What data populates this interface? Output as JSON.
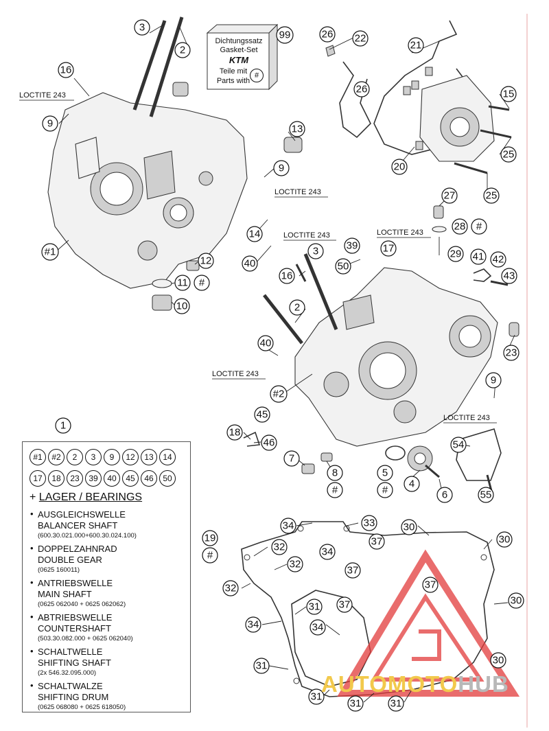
{
  "callouts": {
    "c3a": "3",
    "c2a": "2",
    "c99": "99",
    "c26a": "26",
    "c22": "22",
    "c21": "21",
    "c16a": "16",
    "c9a": "9",
    "c26b": "26",
    "c15": "15",
    "c13": "13",
    "c20": "20",
    "c25a": "25",
    "c9b": "9",
    "c27": "27",
    "c25b": "25",
    "c14": "14",
    "c28": "28",
    "c1h": "#1",
    "c12": "12",
    "c40a": "40",
    "c3b": "3",
    "c39": "39",
    "c17": "17",
    "c29": "29",
    "c41": "41",
    "c42": "42",
    "c43": "43",
    "c11": "11",
    "c11h": "#",
    "c50": "50",
    "c16b": "16",
    "c10": "10",
    "c2b": "2",
    "c23": "23",
    "c40b": "40",
    "c9c": "9",
    "c2h": "#2",
    "c45": "45",
    "c18": "18",
    "c46": "46",
    "c54": "54",
    "c7": "7",
    "c8": "8",
    "c8h": "#",
    "c5": "5",
    "c5h": "#",
    "c4": "4",
    "c6": "6",
    "c55": "55",
    "c1": "1",
    "c28h": "#",
    "c34a": "34",
    "c33": "33",
    "c30a": "30",
    "c19": "19",
    "c19h": "#",
    "c37a": "37",
    "c30b": "30",
    "c32a": "32",
    "c34b": "34",
    "c32b": "32",
    "c37b": "37",
    "c37c": "37",
    "c32c": "32",
    "c31a": "31",
    "c37d": "37",
    "c30c": "30",
    "c34c": "34",
    "c34d": "34",
    "c31b": "31",
    "c30d": "30",
    "c31c": "31",
    "c31d": "31",
    "c31e": "31"
  },
  "loctite": {
    "l1": "LOCTITE 243",
    "l2": "LOCTITE 243",
    "l3": "LOCTITE 243",
    "l4": "LOCTITE 243",
    "l5": "LOCTITE 243",
    "l6": "LOCTITE 243"
  },
  "gasket_set": {
    "line1": "Dichtungssatz",
    "line2": "Gasket-Set",
    "brand": "KTM",
    "line3": "Teile mit",
    "line4": "Parts with",
    "symbol": "#"
  },
  "legend": {
    "row1": [
      "#1",
      "#2",
      "2",
      "3",
      "9",
      "12",
      "13",
      "14"
    ],
    "row2": [
      "17",
      "18",
      "23",
      "39",
      "40",
      "45",
      "46",
      "50"
    ],
    "plus": "+",
    "heading": "LAGER / BEARINGS",
    "items": [
      {
        "de": "AUSGLEICHSWELLE",
        "en": "BALANCER SHAFT",
        "pn": "(600.30.021.000+600.30.024.100)"
      },
      {
        "de": "DOPPELZAHNRAD",
        "en": "DOUBLE GEAR",
        "pn": "(0625 160011)"
      },
      {
        "de": "ANTRIEBSWELLE",
        "en": "MAIN SHAFT",
        "pn": "(0625 062040 + 0625 062062)"
      },
      {
        "de": "ABTRIEBSWELLE",
        "en": "COUNTERSHAFT",
        "pn": "(503.30.082.000 + 0625 062040)"
      },
      {
        "de": "SCHALTWELLE",
        "en": "SHIFTING SHAFT",
        "pn": "(2x 546.32.095.000)"
      },
      {
        "de": "SCHALTWALZE",
        "en": "SHIFTING DRUM",
        "pn": "(0625 068080 + 0625 618050)"
      }
    ]
  },
  "watermark": {
    "part1": "AUTOMOTO",
    "part2": "HUB"
  },
  "colors": {
    "accent_red": "#e23b3b",
    "watermark_yellow": "#f2c94c",
    "watermark_grey": "#b8b8b8"
  }
}
